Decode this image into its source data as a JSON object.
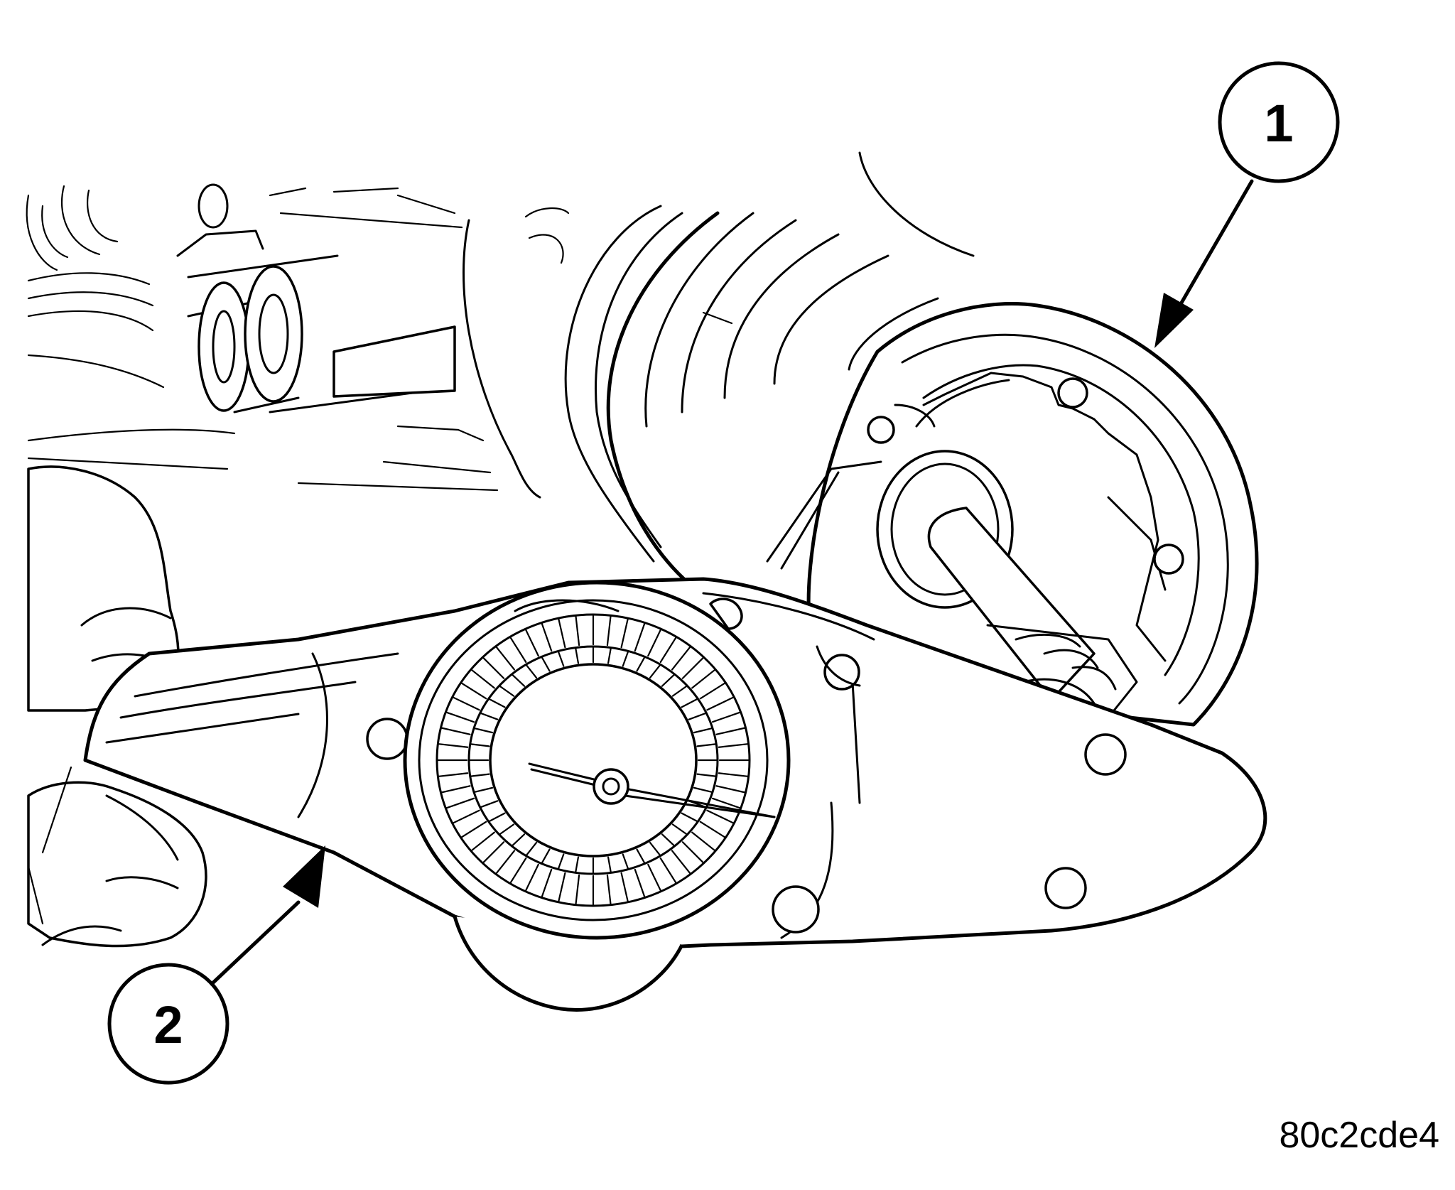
{
  "callouts": [
    {
      "number": "1"
    },
    {
      "number": "2"
    }
  ],
  "figure_id": "80c2cde4"
}
